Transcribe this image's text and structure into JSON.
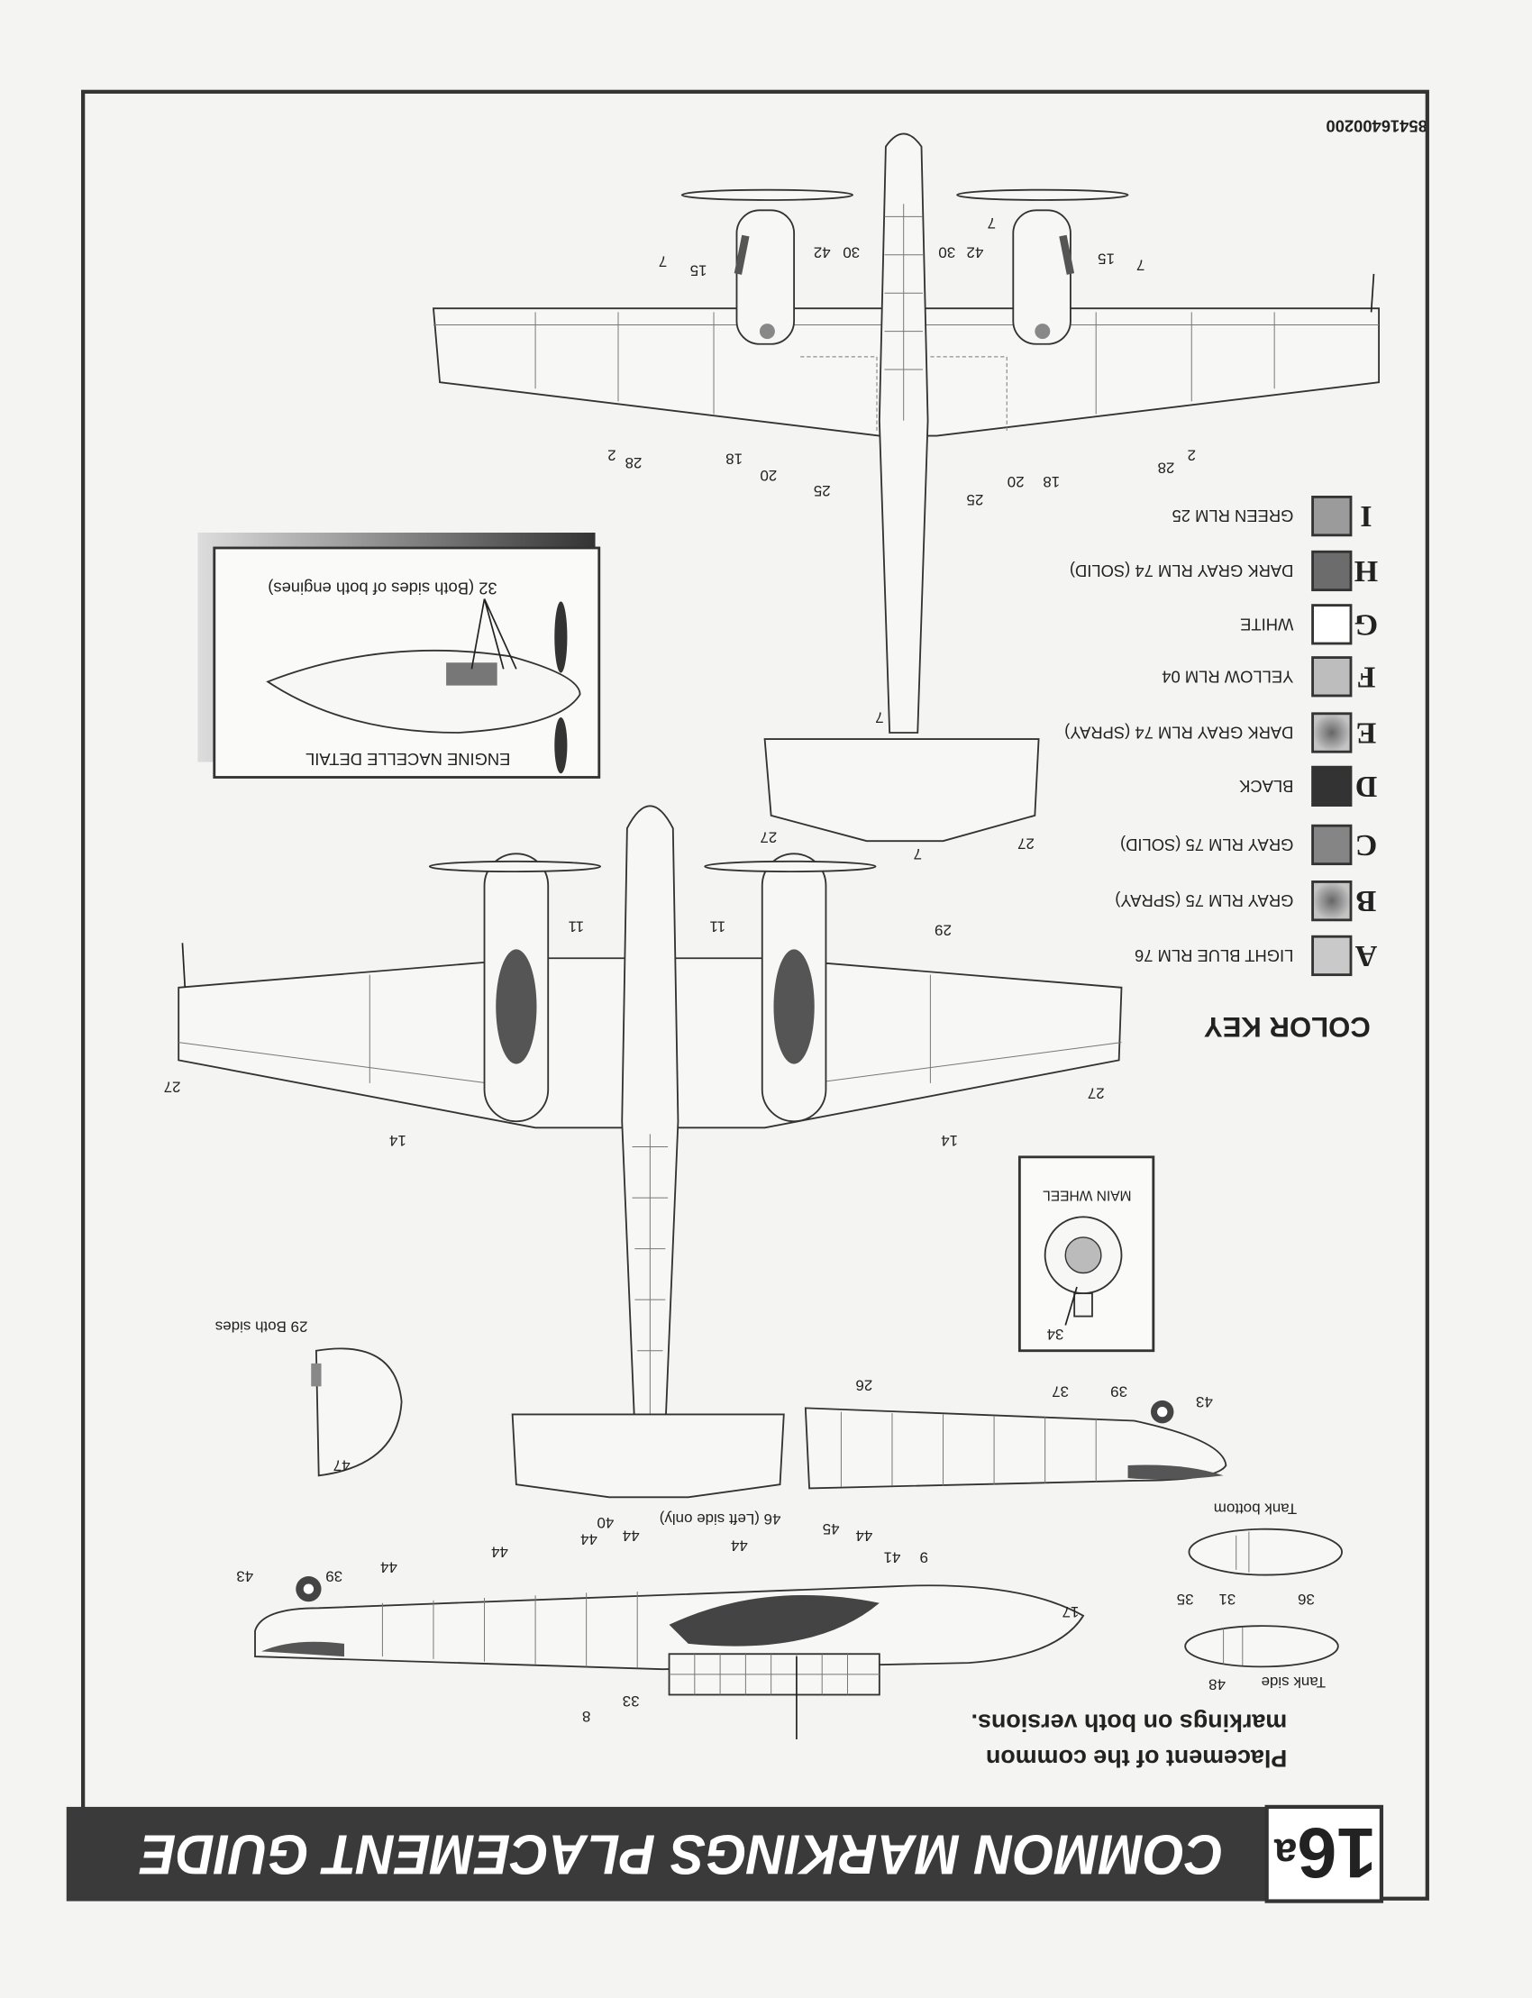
{
  "sheet": {
    "code": "85416400200",
    "step_number": "16",
    "step_suffix": "a",
    "title": "COMMON MARKINGS PLACEMENT GUIDE",
    "intro_line1": "Placement of the common",
    "intro_line2": "markings on both versions."
  },
  "color_key": {
    "heading": "COLOR KEY",
    "items": [
      {
        "letter": "A",
        "label": "LIGHT BLUE RLM 76",
        "swatch": "#c9c9c9"
      },
      {
        "letter": "B",
        "label": "GRAY RLM  75 (SPRAY)",
        "swatch": "#a8a8a8"
      },
      {
        "letter": "C",
        "label": "GRAY RLM 75 (SOLID)",
        "swatch": "#858585"
      },
      {
        "letter": "D",
        "label": "BLACK",
        "swatch": "#333333"
      },
      {
        "letter": "E",
        "label": "DARK GRAY RLM 74 (SPRAY)",
        "swatch": "#8d8d8d"
      },
      {
        "letter": "F",
        "label": "YELLOW  RLM 04",
        "swatch": "#bdbdbd"
      },
      {
        "letter": "G",
        "label": "WHITE",
        "swatch": "#ffffff"
      },
      {
        "letter": "H",
        "label": "DARK GRAY RLM 74 (SOLID)",
        "swatch": "#6c6c6c"
      },
      {
        "letter": "I",
        "label": "GREEN RLM 25",
        "swatch": "#9b9b9b"
      }
    ]
  },
  "insets": {
    "engine_nacelle_title": "ENGINE NACELLE DETAIL",
    "engine_nacelle_callout": "32 (Both sides of both engines)",
    "main_wheel_title": "MAIN WHEEL",
    "main_wheel_callout": "34",
    "wheel_cover_callout": "29 Both sides",
    "wheel_cover_callout2": "47",
    "tank_side": "Tank side",
    "tank_bottom": "Tank bottom"
  },
  "callouts": [
    "7",
    "15",
    "30",
    "42",
    "30",
    "42",
    "7",
    "15",
    "7",
    "28",
    "2",
    "18",
    "20",
    "25",
    "25",
    "20",
    "18",
    "28",
    "2",
    "7",
    "27",
    "27",
    "7",
    "29",
    "11",
    "11",
    "27",
    "27",
    "14",
    "14",
    "26",
    "37",
    "39",
    "43",
    "46 (Left side only)",
    "45",
    "44",
    "41",
    "9",
    "44",
    "44",
    "40",
    "44",
    "44",
    "44",
    "39",
    "43",
    "17",
    "33",
    "8",
    "35",
    "31",
    "36",
    "48"
  ]
}
